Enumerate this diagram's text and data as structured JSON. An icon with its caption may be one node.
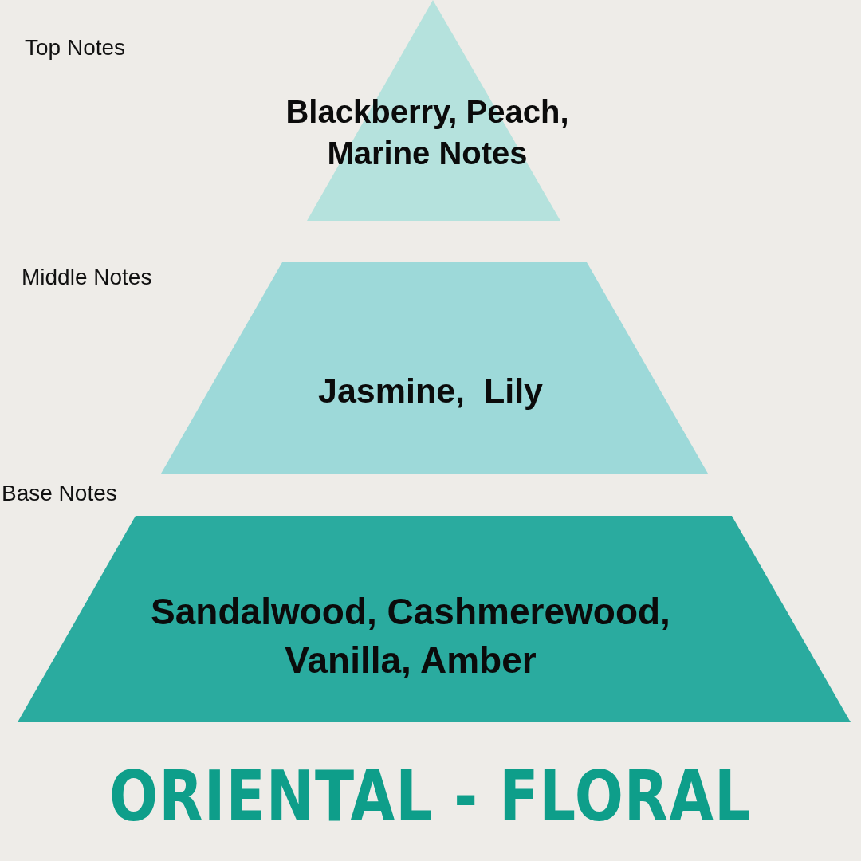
{
  "diagram": {
    "title": "ORIENTAL - FLORAL",
    "nodes": [
      {
        "text": [
          "Blackberry, Peach, Marine Notes"
        ]
      },
      {
        "text": [
          "Jasmine,  Lily"
        ]
      },
      {
        "text": [
          "Sandalwood, Cashmerewood, Vanilla, Amber"
        ]
      }
    ],
    "labels": [
      "Top Notes",
      "Middle Notes",
      "Base Notes"
    ]
  }
}
